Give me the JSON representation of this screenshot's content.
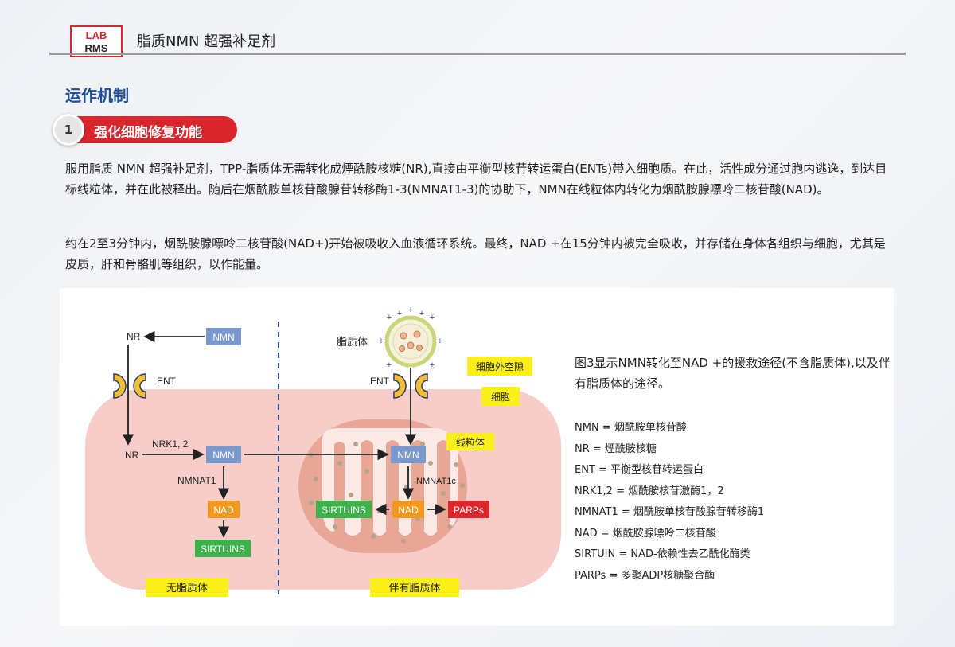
{
  "header": {
    "logo_lines": [
      "LAB",
      "RMS"
    ],
    "title": "脂质NMN 超强补足剂"
  },
  "section": {
    "title": "运作机制",
    "number": "1",
    "subtitle": "强化细胞修复功能"
  },
  "paragraphs": [
    "服用脂质 NMN 超强补足剂，TPP-脂质体无需转化成煙酰胺核糖(NR),直接由平衡型核苷转运蛋白(ENTs)带入细胞质。在此，活性成分通过胞内逃逸，到达目标线粒体，并在此被释出。随后在烟酰胺单核苷酸腺苷转移酶1-3(NMNAT1-3)的协助下，NMN在线粒体内转化为烟酰胺腺嘌呤二核苷酸(NAD)。",
    "约在2至3分钟内，烟酰胺腺嘌呤二核苷酸(NAD+)开始被吸收入血液循环系统。最终，NAD +在15分钟内被完全吸收，并存储在身体各组织与细胞，尤其是皮质，肝和骨骼肌等组织，以作能量。"
  ],
  "diagram": {
    "left": {
      "nr_top": "NR",
      "nmn_top": "NMN",
      "ent": "ENT",
      "nrk": "NRK1, 2",
      "nr": "NR",
      "nmn": "NMN",
      "nmnat": "NMNAT1",
      "nad": "NAD",
      "sirtuins": "SIRTUINS",
      "caption": "无脂质体"
    },
    "right": {
      "liposome": "脂质体",
      "extracellular": "细胞外空隙",
      "cell": "细胞",
      "ent": "ENT",
      "mito": "线粒体",
      "nmn": "NMN",
      "nmnat": "NMNAT1c",
      "nad": "NAD",
      "sirtuins": "SIRTUINS",
      "parps": "PARPs",
      "caption": "伴有脂质体"
    },
    "colors": {
      "cell": "#f6cdc9",
      "mito_outer": "#e8a696",
      "mito_inner": "#fbe9e6",
      "nmn": "#7b98cc",
      "nad": "#f39a1e",
      "sirtuins": "#3eb24a",
      "parps": "#e0262b",
      "label_yellow": "#fbef1a",
      "transporter": "#f2c030",
      "liposome": "#f3f3d8",
      "divider": "#2a4e9a"
    }
  },
  "legend": {
    "title": "图3显示NMN转化至NAD +的援救途径(不含脂质体),以及伴有脂质体的途径。",
    "definitions": [
      "NMN = 烟酰胺单核苷酸",
      "NR = 煙酰胺核糖",
      "ENT = 平衡型核苷转运蛋白",
      "NRK1,2 = 烟酰胺核苷激酶1，2",
      "NMNAT1 = 烟酰胺单核苷酸腺苷转移酶1",
      "NAD = 烟酰胺腺嘌呤二核苷酸",
      "SIRTUIN = NAD-依赖性去乙酰化酶类",
      "PARPs = 多聚ADP核糖聚合酶"
    ]
  }
}
